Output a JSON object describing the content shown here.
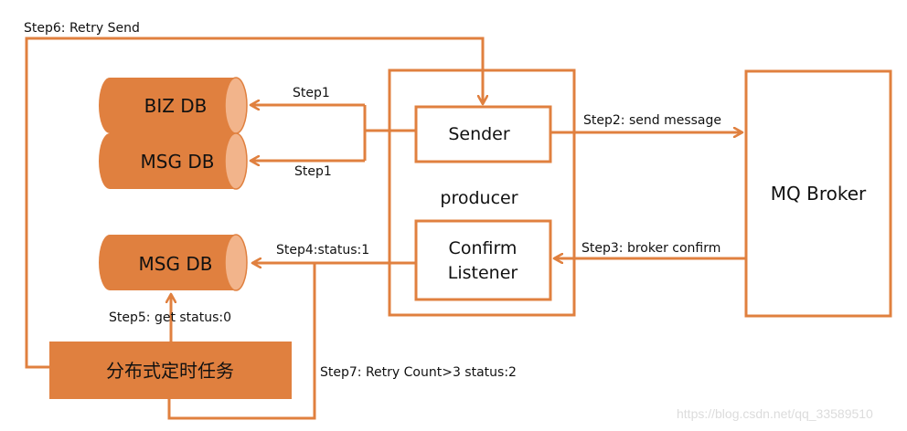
{
  "colors": {
    "accent": "#E0803F",
    "cylinder_cap": "#F2B48B",
    "text": "#111111",
    "watermark": "#DCDCDC",
    "background": "#FFFFFF"
  },
  "nodes": {
    "biz_db": "BIZ DB",
    "msg_db_top": "MSG DB",
    "msg_db_bottom": "MSG DB",
    "sender": "Sender",
    "producer": "producer",
    "confirm_listener_line1": "Confirm",
    "confirm_listener_line2": "Listener",
    "mq_broker": "MQ Broker",
    "scheduler": "分布式定时任务"
  },
  "edges": {
    "step1_biz": "Step1",
    "step1_msg": "Step1",
    "step2": "Step2: send message",
    "step3": "Step3: broker confirm",
    "step4": "Step4:status:1",
    "step5": "Step5: get status:0",
    "step6": "Step6: Retry Send",
    "step7": "Step7: Retry Count>3 status:2"
  },
  "watermark": "https://blog.csdn.net/qq_33589510"
}
